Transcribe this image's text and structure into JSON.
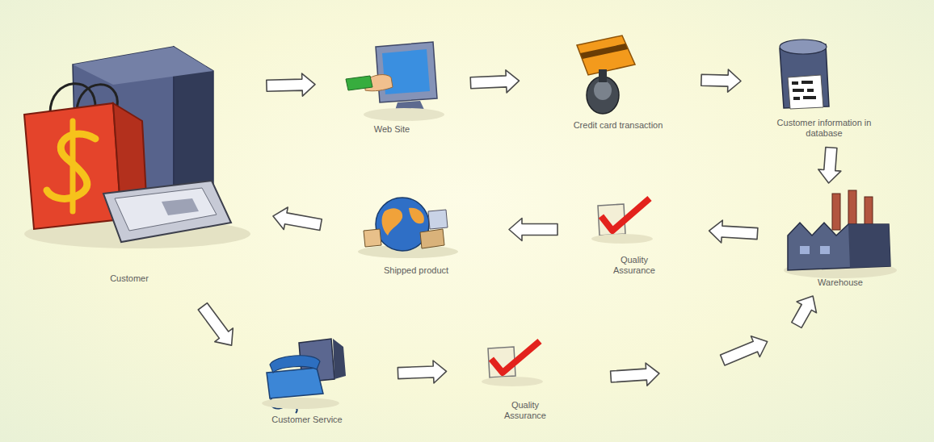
{
  "diagram": {
    "nodes": [
      {
        "text": [
          "Customer"
        ]
      },
      {
        "text": [
          "Web Site"
        ]
      },
      {
        "text": [
          "Credit card transaction"
        ]
      },
      {
        "text": [
          "Customer information in database"
        ]
      },
      {
        "text": [
          "Warehouse"
        ]
      },
      {
        "text": [
          "Quality Assurance"
        ]
      },
      {
        "text": [
          "Shipped product"
        ]
      },
      {
        "text": [
          "Customer Service"
        ]
      },
      {
        "text": [
          "Quality Assurance"
        ]
      }
    ],
    "edges": [
      {
        "from": 0,
        "to": 1,
        "arrow": "to"
      },
      {
        "from": 1,
        "to": 2,
        "arrow": "to"
      },
      {
        "from": 2,
        "to": 3,
        "arrow": "to"
      },
      {
        "from": 3,
        "to": 4,
        "arrow": "to"
      },
      {
        "from": 4,
        "to": 5,
        "arrow": "to"
      },
      {
        "from": 5,
        "to": 6,
        "arrow": "to"
      },
      {
        "from": 6,
        "to": 0,
        "arrow": "to"
      },
      {
        "from": 0,
        "to": 7,
        "arrow": "to"
      },
      {
        "from": 7,
        "to": 8,
        "arrow": "to"
      },
      {
        "from": 8,
        "to": 4,
        "arrow": "to"
      }
    ]
  }
}
